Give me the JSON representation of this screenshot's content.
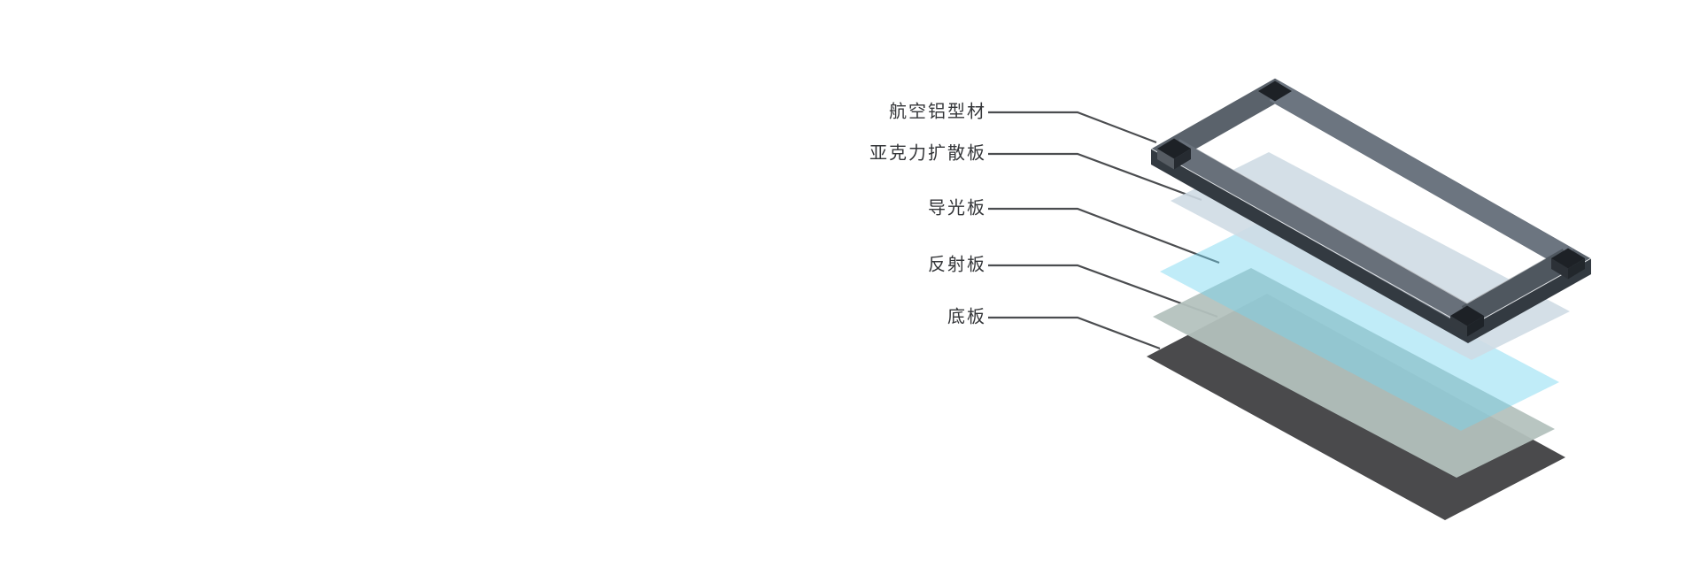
{
  "page": {
    "background": "#ffffff"
  },
  "colors": {
    "label_text": "#343639",
    "leader_line": "#4b4d50",
    "frame": {
      "ring": "#5a626b",
      "bar_top_right": "#6c7580",
      "bar_front_left": "#68707a",
      "bar_front_right": "#4f575f",
      "front_face": "#333a41",
      "cap_top": "#1d2126",
      "cap_side_front": "#262b31",
      "cap_side_left": "#565c63",
      "edge_highlight": "#eff2f4"
    }
  },
  "layers": [
    {
      "id": "aluminum-frame",
      "label": "航空铝型材"
    },
    {
      "id": "acrylic-diffuser",
      "label": "亚克力扩散板",
      "color": "#cfdbe4"
    },
    {
      "id": "light-guide",
      "label": "导光板",
      "color": "#75d5f0"
    },
    {
      "id": "reflector",
      "label": "反射板",
      "color": "#b4c1bd"
    },
    {
      "id": "base-plate",
      "label": "底板",
      "color": "#4a4a4c"
    }
  ]
}
